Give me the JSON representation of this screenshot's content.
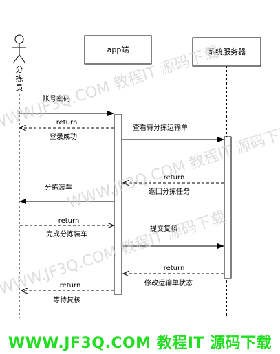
{
  "participants": {
    "actor": {
      "label_chars": [
        "分",
        "拣",
        "员"
      ]
    },
    "app": {
      "label": "app端"
    },
    "server": {
      "label": "系统服务器"
    }
  },
  "messages": [
    {
      "id": "m1",
      "label": "账号密码"
    },
    {
      "id": "m2",
      "label": "return"
    },
    {
      "id": "m2b",
      "label": "登录成功"
    },
    {
      "id": "m3",
      "label": "查看待分拣运输单"
    },
    {
      "id": "m4",
      "label": "return"
    },
    {
      "id": "m4b",
      "label": "返回分拣任务"
    },
    {
      "id": "m5",
      "label": "分拣装车"
    },
    {
      "id": "m6",
      "label": "return"
    },
    {
      "id": "m6b",
      "label": "完成分拣装车"
    },
    {
      "id": "m7",
      "label": "提交复核"
    },
    {
      "id": "m8",
      "label": "return"
    },
    {
      "id": "m8b",
      "label": "修改运输单状态"
    },
    {
      "id": "m9",
      "label": "return"
    },
    {
      "id": "m9b",
      "label": "等待复核"
    }
  ],
  "watermark": {
    "text": "WWW.JF3Q.COM 教程IT 源码下载"
  },
  "footer": {
    "text": "WWW.JF3Q.COM 教程IT  源码下载",
    "color": "#22dd22"
  }
}
